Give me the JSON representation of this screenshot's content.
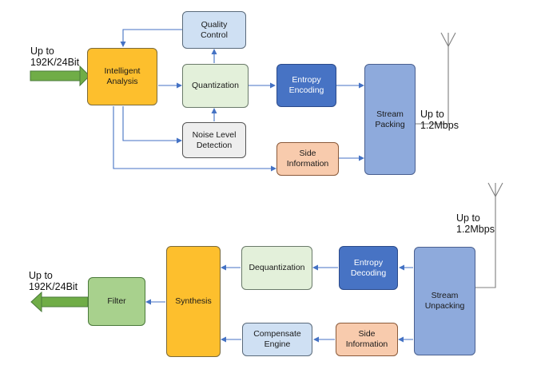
{
  "encoder": {
    "input_label": "Up to\n192K/24Bit",
    "intelligent_analysis": "Intelligent\nAnalysis",
    "quality_control": "Quality\nControl",
    "quantization": "Quantization",
    "noise_level_detection": "Noise Level\nDetection",
    "entropy_encoding": "Entropy\nEncoding",
    "side_information": "Side\nInformation",
    "stream_packing": "Stream\nPacking",
    "output_label": "Up to\n1.2Mbps"
  },
  "decoder": {
    "input_label": "Up to\n1.2Mbps",
    "stream_unpacking": "Stream\nUnpacking",
    "entropy_decoding": "Entropy\nDecoding",
    "dequantization": "Dequantization",
    "side_information": "Side\nInformation",
    "compensate_engine": "Compensate\nEngine",
    "synthesis": "Synthesis",
    "filter": "Filter",
    "output_label": "Up to\n192K/24Bit"
  },
  "colors": {
    "arrow": "#4472c4",
    "thick_arrow": "#70ad47",
    "antenna": "#7f7f7f"
  }
}
